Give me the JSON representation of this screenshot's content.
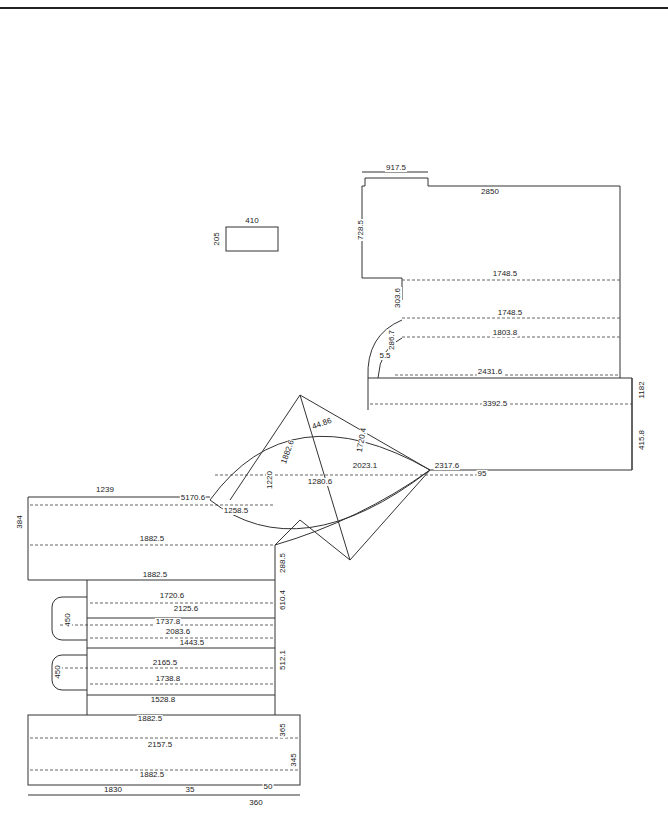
{
  "diagram": {
    "labels": [
      "917.5",
      "2850",
      "728.5",
      "410",
      "205",
      "1748.5",
      "303.6",
      "1748.5",
      "1803.8",
      "2431.6",
      "3392.5",
      "1182",
      "415.8",
      "44.86",
      "1882.6",
      "1720.4",
      "1220",
      "1280.6",
      "2023.1",
      "2317.6",
      "95",
      "1239",
      "5170.6",
      "384",
      "1258.5",
      "1882.5",
      "1882.5",
      "1720.6",
      "2125.6",
      "450",
      "1737.8",
      "2083.6",
      "1443.5",
      "2165.5",
      "450",
      "1738.8",
      "1528.8",
      "1882.5",
      "2157.5",
      "345",
      "1882.5",
      "1830",
      "35",
      "360",
      "50",
      "288.5",
      "610.4",
      "512.1",
      "365",
      "5.5",
      "286.7"
    ]
  }
}
